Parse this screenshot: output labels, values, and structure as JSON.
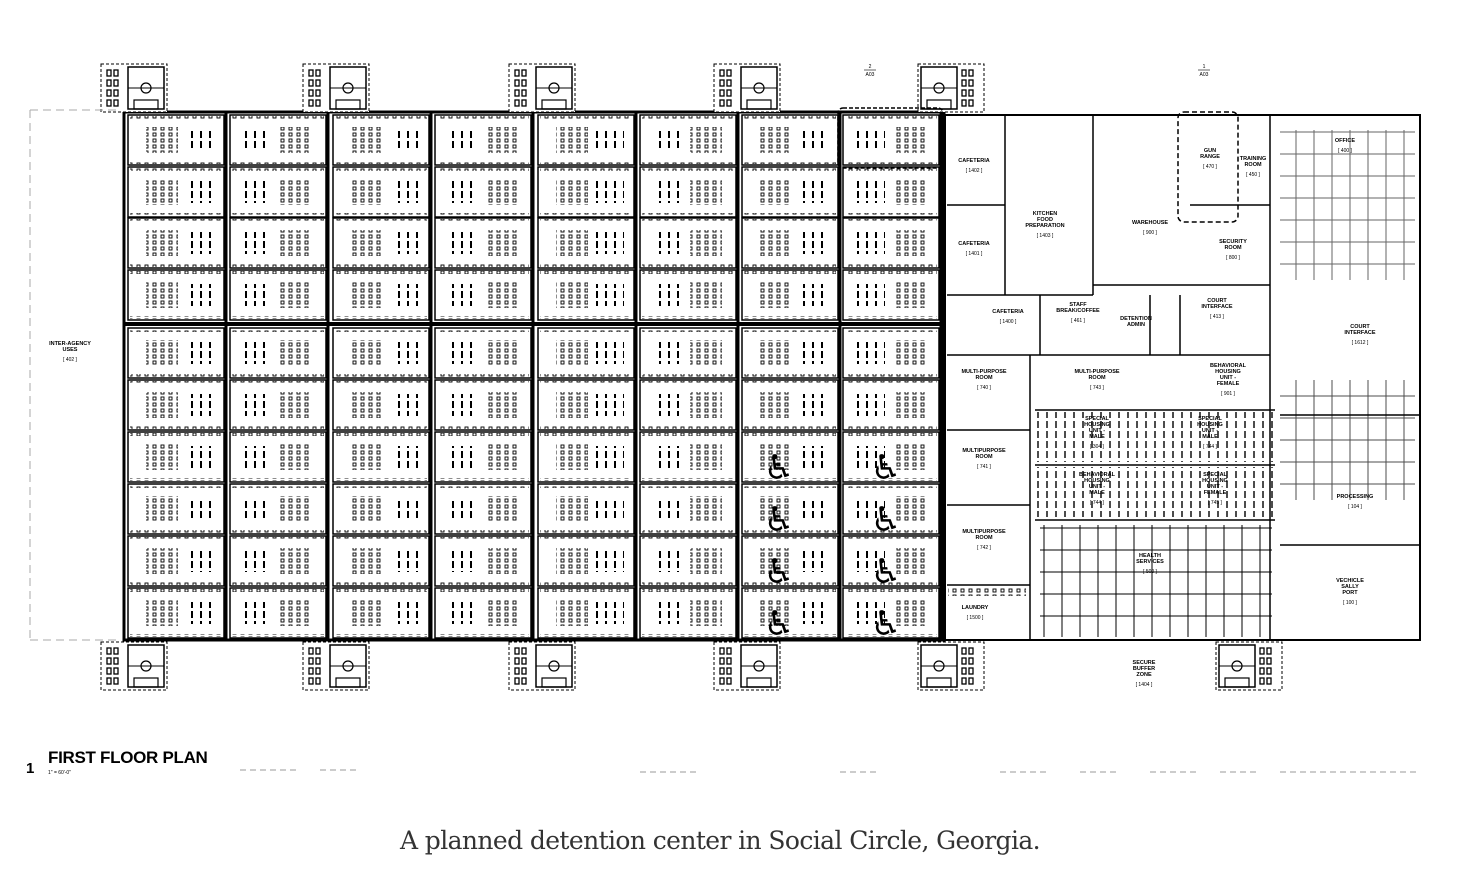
{
  "plan": {
    "title": "FIRST FLOOR PLAN",
    "sheet_number": "1",
    "scale": "1\" = 60'-0\"",
    "section_tags": [
      {
        "num": "2",
        "sheet": "A03"
      },
      {
        "num": "1",
        "sheet": "A03"
      }
    ],
    "rooms": [
      {
        "name": [
          "INTER-AGENCY",
          "USES"
        ],
        "number": "402"
      },
      {
        "name": [
          "CAFETERIA"
        ],
        "number": "1402"
      },
      {
        "name": [
          "CAFETERIA"
        ],
        "number": "1401"
      },
      {
        "name": [
          "CAFETERIA"
        ],
        "number": "1400"
      },
      {
        "name": [
          "KITCHEN",
          "FOOD",
          "PREPARATION"
        ],
        "number": "1403"
      },
      {
        "name": [
          "WAREHOUSE"
        ],
        "number": "900"
      },
      {
        "name": [
          "GUN",
          "RANGE"
        ],
        "number": "470"
      },
      {
        "name": [
          "TRAINING",
          "ROOM"
        ],
        "number": "450"
      },
      {
        "name": [
          "SECURITY",
          "ROOM"
        ],
        "number": "800"
      },
      {
        "name": [
          "OFFICE"
        ],
        "number": "400"
      },
      {
        "name": [
          "STAFF",
          "BREAK/COFFEE"
        ],
        "number": "461"
      },
      {
        "name": [
          "DETENTION",
          "ADMIN"
        ],
        "number": ""
      },
      {
        "name": [
          "COURT",
          "INTERFACE"
        ],
        "number": "413"
      },
      {
        "name": [
          "COURT",
          "INTERFACE"
        ],
        "number": "1612"
      },
      {
        "name": [
          "MULTI-PURPOSE",
          "ROOM"
        ],
        "number": "740"
      },
      {
        "name": [
          "MULTI-PURPOSE",
          "ROOM"
        ],
        "number": "743"
      },
      {
        "name": [
          "BEHAVIORAL",
          "HOUSING",
          "UNIT -",
          "FEMALE"
        ],
        "number": "901"
      },
      {
        "name": [
          "SPECIAL",
          "HOUSING",
          "UNIT -",
          "MALE"
        ],
        "number": "304"
      },
      {
        "name": [
          "SPECIAL",
          "HOUSING",
          "UNIT -",
          "MALE"
        ],
        "number": "744"
      },
      {
        "name": [
          "BEHAVIORAL",
          "HOUSING",
          "UNIT -",
          "MALE"
        ],
        "number": "744"
      },
      {
        "name": [
          "SPECIAL",
          "HOUSING",
          "UNIT -",
          "FEMALE"
        ],
        "number": "745"
      },
      {
        "name": [
          "MULTIPURPOSE",
          "ROOM"
        ],
        "number": "741"
      },
      {
        "name": [
          "MULTIPURPOSE",
          "ROOM"
        ],
        "number": "742"
      },
      {
        "name": [
          "HEALTH",
          "SERVICES"
        ],
        "number": "500"
      },
      {
        "name": [
          "LAUNDRY"
        ],
        "number": "1500"
      },
      {
        "name": [
          "PROCESSING"
        ],
        "number": "104"
      },
      {
        "name": [
          "VECHICLE",
          "SALLY",
          "PORT"
        ],
        "number": "100"
      },
      {
        "name": [
          "SECURE",
          "BUFFER",
          "ZONE"
        ],
        "number": "1404"
      }
    ],
    "accessible_icon": "wheelchair-icon"
  },
  "caption": "A planned detention center in Social Circle, Georgia."
}
